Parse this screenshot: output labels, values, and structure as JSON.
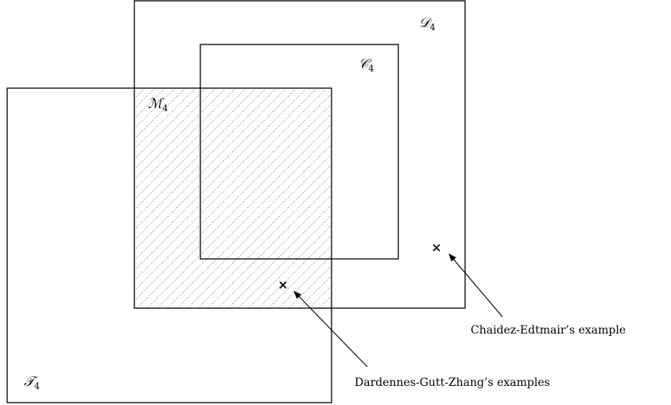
{
  "sets": {
    "D": {
      "letter": "𝒟",
      "sub": "4"
    },
    "C": {
      "letter": "𝒞",
      "sub": "4"
    },
    "M": {
      "letter": "ℳ",
      "sub": "4"
    },
    "T": {
      "letter": "𝒯",
      "sub": "4"
    }
  },
  "annotations": {
    "chaidez": "Chaidez-Edtmair’s example",
    "dardennes": "Dardennes-Gutt-Zhang’s examples"
  },
  "colors": {
    "stroke": "#000000",
    "hatch": "#222222",
    "background": "#ffffff"
  }
}
